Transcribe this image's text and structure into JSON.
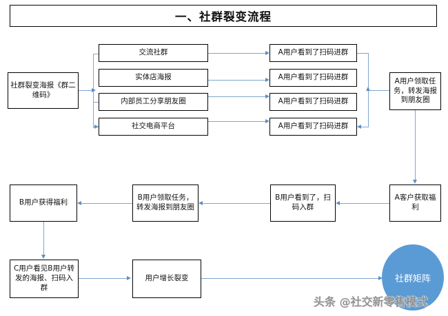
{
  "title": {
    "text": "一、社群裂变流程"
  },
  "nodes": {
    "source": "社群裂变海报《群二维码》",
    "channels": [
      "交流社群",
      "实体店海报",
      "内部员工分享朋友圈",
      "社交电商平台"
    ],
    "a_scan": [
      "A用户看到了扫码进群",
      "A用户看到了扫码进群",
      "A用户看到了扫码进群",
      "A用户看到了扫码进群"
    ],
    "a_task": "A用户领取任务，转发海报到朋友圈",
    "a_reward": "A客户获取福利",
    "b_scan": "B用户看到了，扫码入群",
    "b_task": "B用户领取任务，转发海报到朋友圈",
    "b_reward": "B用户获得福利",
    "c_scan": "C用户看见B用户转发的海报、扫码入群",
    "growth": "用户增长裂变",
    "matrix": "社群矩阵"
  },
  "watermark": {
    "text": "头条 @社交新零售模式"
  },
  "colors": {
    "connector": "#7fa6cd",
    "arrow": "#5b8fc4",
    "ellipse_fill": "#5b9bd5",
    "node_border": "#000000",
    "node_fill": "#ffffff",
    "watermark": "#8d8d8d"
  }
}
